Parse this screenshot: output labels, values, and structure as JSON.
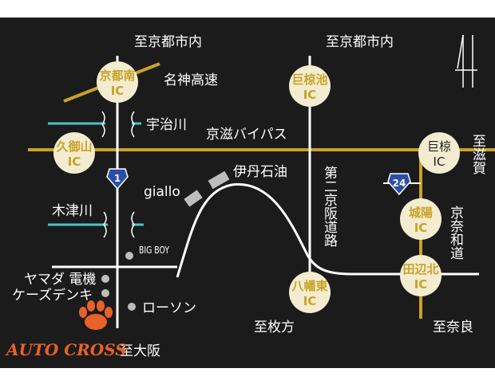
{
  "colors": {
    "background": "#1b1b1b",
    "road": "#ffffff",
    "expressway": "#c9a227",
    "river": "#4fc3c3",
    "ic_fill": "#f3ecd0",
    "ic_text": "#c9a227",
    "shield": "#2a4fa8",
    "brand": "#e8612a"
  },
  "labels": {
    "to_kyoto_left": "至京都市内",
    "to_kyoto_right": "至京都市内",
    "meishin": "名神高速",
    "ujigawa": "宇治川",
    "keiji_bypass": "京滋バイパス",
    "to_shiga": "至滋賀",
    "itami_sekiyu": "伊丹石油",
    "giallo": "giallo",
    "daini_keihan": "第二京阪道路",
    "kizugawa": "木津川",
    "keina_road": "京奈和道",
    "big_boy": "BIG BOY",
    "yamada": "ヤマダ 電機",
    "ksdenki": "ケーズデンキ",
    "lawson": "ローソン",
    "to_hirakata": "至枚方",
    "to_nara": "至奈良",
    "to_osaka": "至大阪",
    "brand": "AUTO CROSS"
  },
  "interchanges": {
    "kyoto_minami": {
      "line1": "京都南",
      "line2": "IC"
    },
    "kumiyama": {
      "line1": "久御山",
      "line2": "IC"
    },
    "ogura_ike": {
      "line1": "巨椋池",
      "line2": "IC"
    },
    "ogura": {
      "line1": "巨椋",
      "line2": "IC"
    },
    "joyo": {
      "line1": "城陽",
      "line2": "IC"
    },
    "tanabe_kita": {
      "line1": "田辺北",
      "line2": "IC"
    },
    "yawata_higashi": {
      "line1": "八幡東",
      "line2": "IC"
    }
  },
  "routes": {
    "route1": "1",
    "route24": "24"
  }
}
